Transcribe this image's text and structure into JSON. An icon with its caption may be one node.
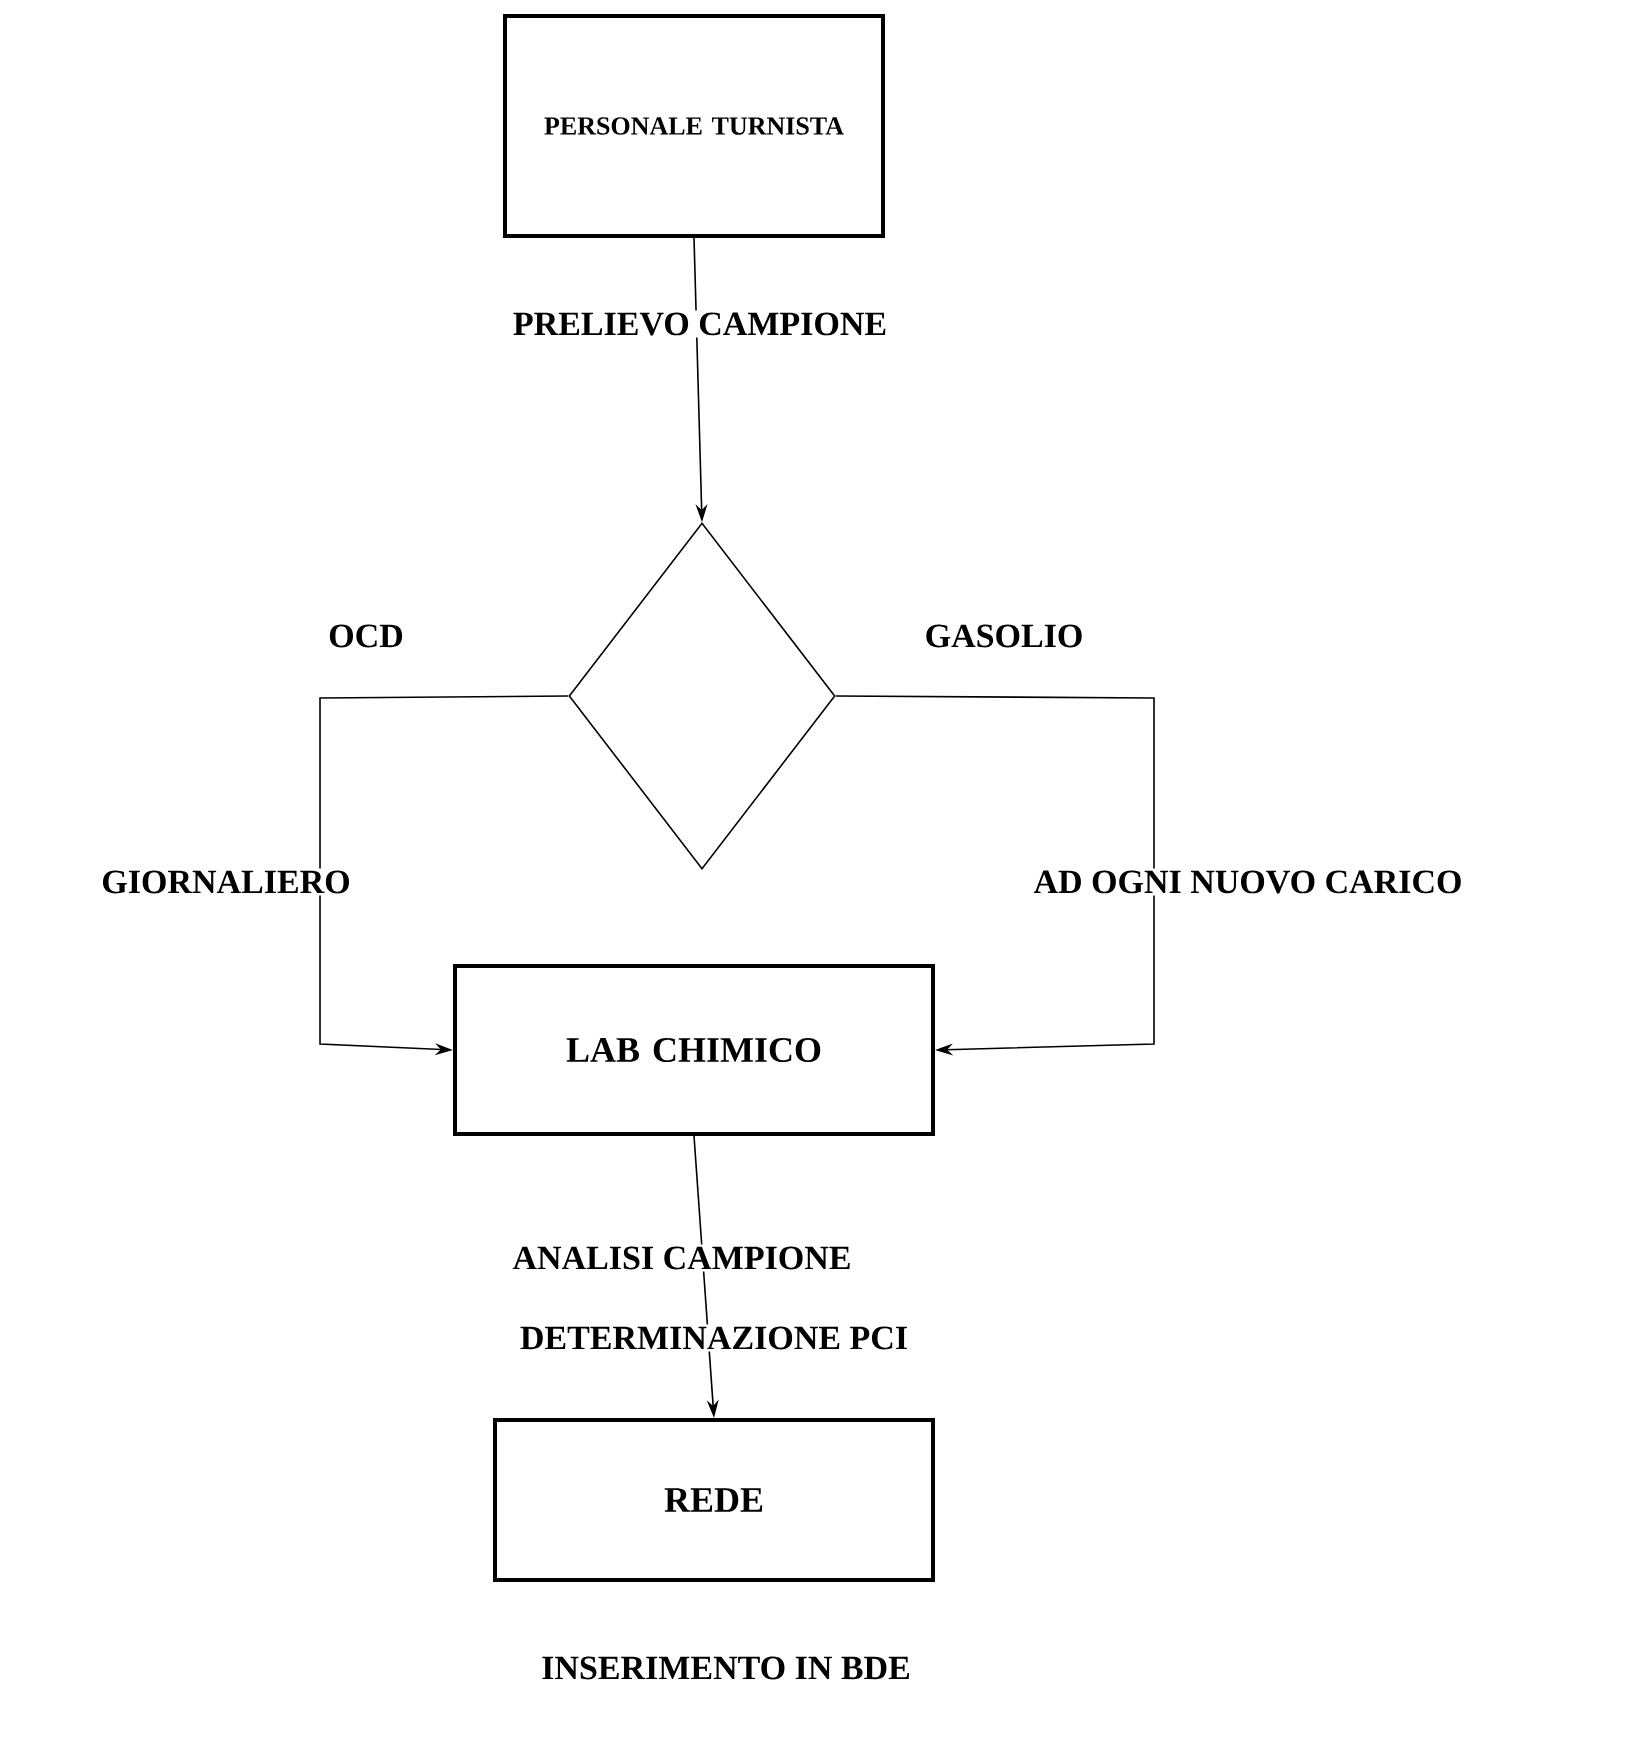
{
  "diagram": {
    "nodes": [
      {
        "text": [
          "PERSONALE TURNISTA"
        ]
      },
      {
        "text": [],
        "shape": "diamond"
      },
      {
        "text": [
          "LAB CHIMICO"
        ]
      },
      {
        "text": [
          "REDE"
        ]
      }
    ],
    "edges": [
      {
        "from": 0,
        "to": 1,
        "arrow": "to",
        "label": "PRELIEVO CAMPIONE"
      },
      {
        "from": 1,
        "to": 2,
        "arrow": "to",
        "label": "GIORNALIERO"
      },
      {
        "from": 1,
        "to": 2,
        "arrow": "to",
        "label": "AD OGNI NUOVO CARICO"
      },
      {
        "from": 2,
        "to": 3,
        "arrow": "to",
        "label": "ANALISI CAMPIONE"
      }
    ],
    "labels": [
      "OCD",
      "GASOLIO",
      "DETERMINAZIONE PCI",
      "INSERIMENTO IN BDE"
    ]
  }
}
